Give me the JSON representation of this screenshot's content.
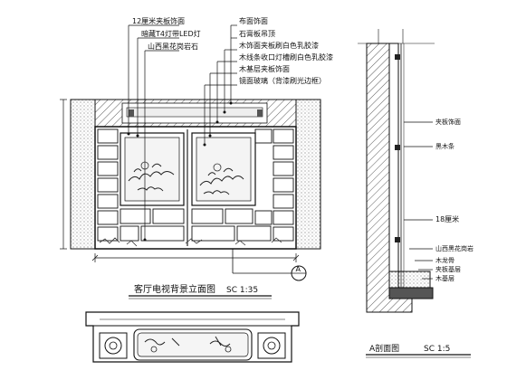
{
  "colors": {
    "line": "#111111",
    "hatch": "#333333",
    "paper": "#ffffff",
    "wash": "#dcdcdc"
  },
  "elevation": {
    "title": "客厅电视背景立面图",
    "scale": "SC 1:35",
    "section_mark": "A",
    "callouts": [
      "12厘米夹板饰面",
      "暗藏T4灯带LED灯",
      "山西黑花岗岩石",
      "布面饰面",
      "石膏板吊顶",
      "木饰面夹板刷白色乳胶漆",
      "木线条收口灯槽刷白色乳胶漆",
      "木基层夹板饰面",
      "镜面玻璃（背漆刷光边框）"
    ]
  },
  "section": {
    "title": "A剖面图",
    "scale": "SC 1:5",
    "callouts": [
      "夹板饰面",
      "黑木条",
      "18厘米",
      "山西黑花岗岩",
      "木龙骨",
      "夹板基层",
      "木基层"
    ]
  }
}
